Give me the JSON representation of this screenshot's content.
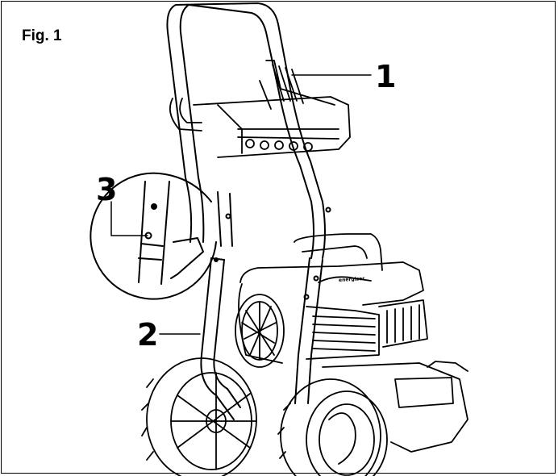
{
  "figure": {
    "title": "Fig. 1",
    "callouts": [
      "1",
      "2",
      "3"
    ],
    "motor_label": "energizer"
  },
  "icons": [
    "pressure-washer-illustration",
    "frame-handle",
    "wheel",
    "detail-magnifier-circle"
  ]
}
